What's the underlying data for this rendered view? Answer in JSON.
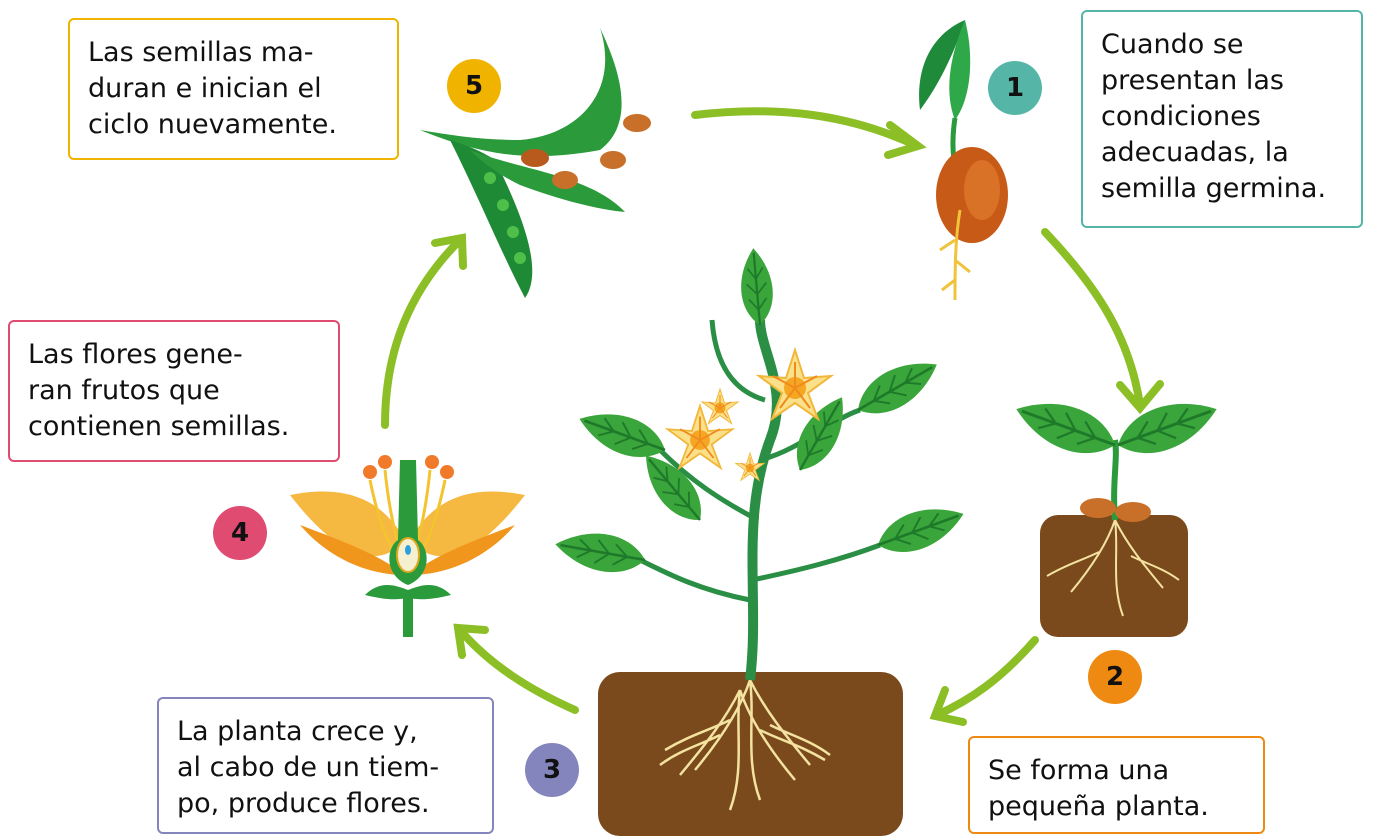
{
  "colors": {
    "arrow": "#8cbf26",
    "step1": "#55b6a8",
    "step2": "#ee8a12",
    "step3": "#8585bd",
    "step4": "#e04b72",
    "step5": "#f0b400"
  },
  "steps": [
    {
      "number": "1",
      "lines": [
        "Cuando se",
        "presentan las",
        "condiciones",
        "adecuadas, la",
        "semilla germina."
      ]
    },
    {
      "number": "2",
      "lines": [
        "Se forma una",
        "pequeña planta."
      ]
    },
    {
      "number": "3",
      "lines": [
        "La planta crece y,",
        "al cabo de un tiem-",
        "po, produce flores."
      ]
    },
    {
      "number": "4",
      "lines": [
        "Las flores gene-",
        "ran frutos que",
        "contienen semillas."
      ]
    },
    {
      "number": "5",
      "lines": [
        "Las semillas ma-",
        "duran e inician el",
        "ciclo nuevamente."
      ]
    }
  ],
  "icons": [
    "germinating-seed-icon",
    "seedling-icon",
    "flowering-plant-icon",
    "flower-cross-section-icon",
    "seed-pods-icon"
  ]
}
